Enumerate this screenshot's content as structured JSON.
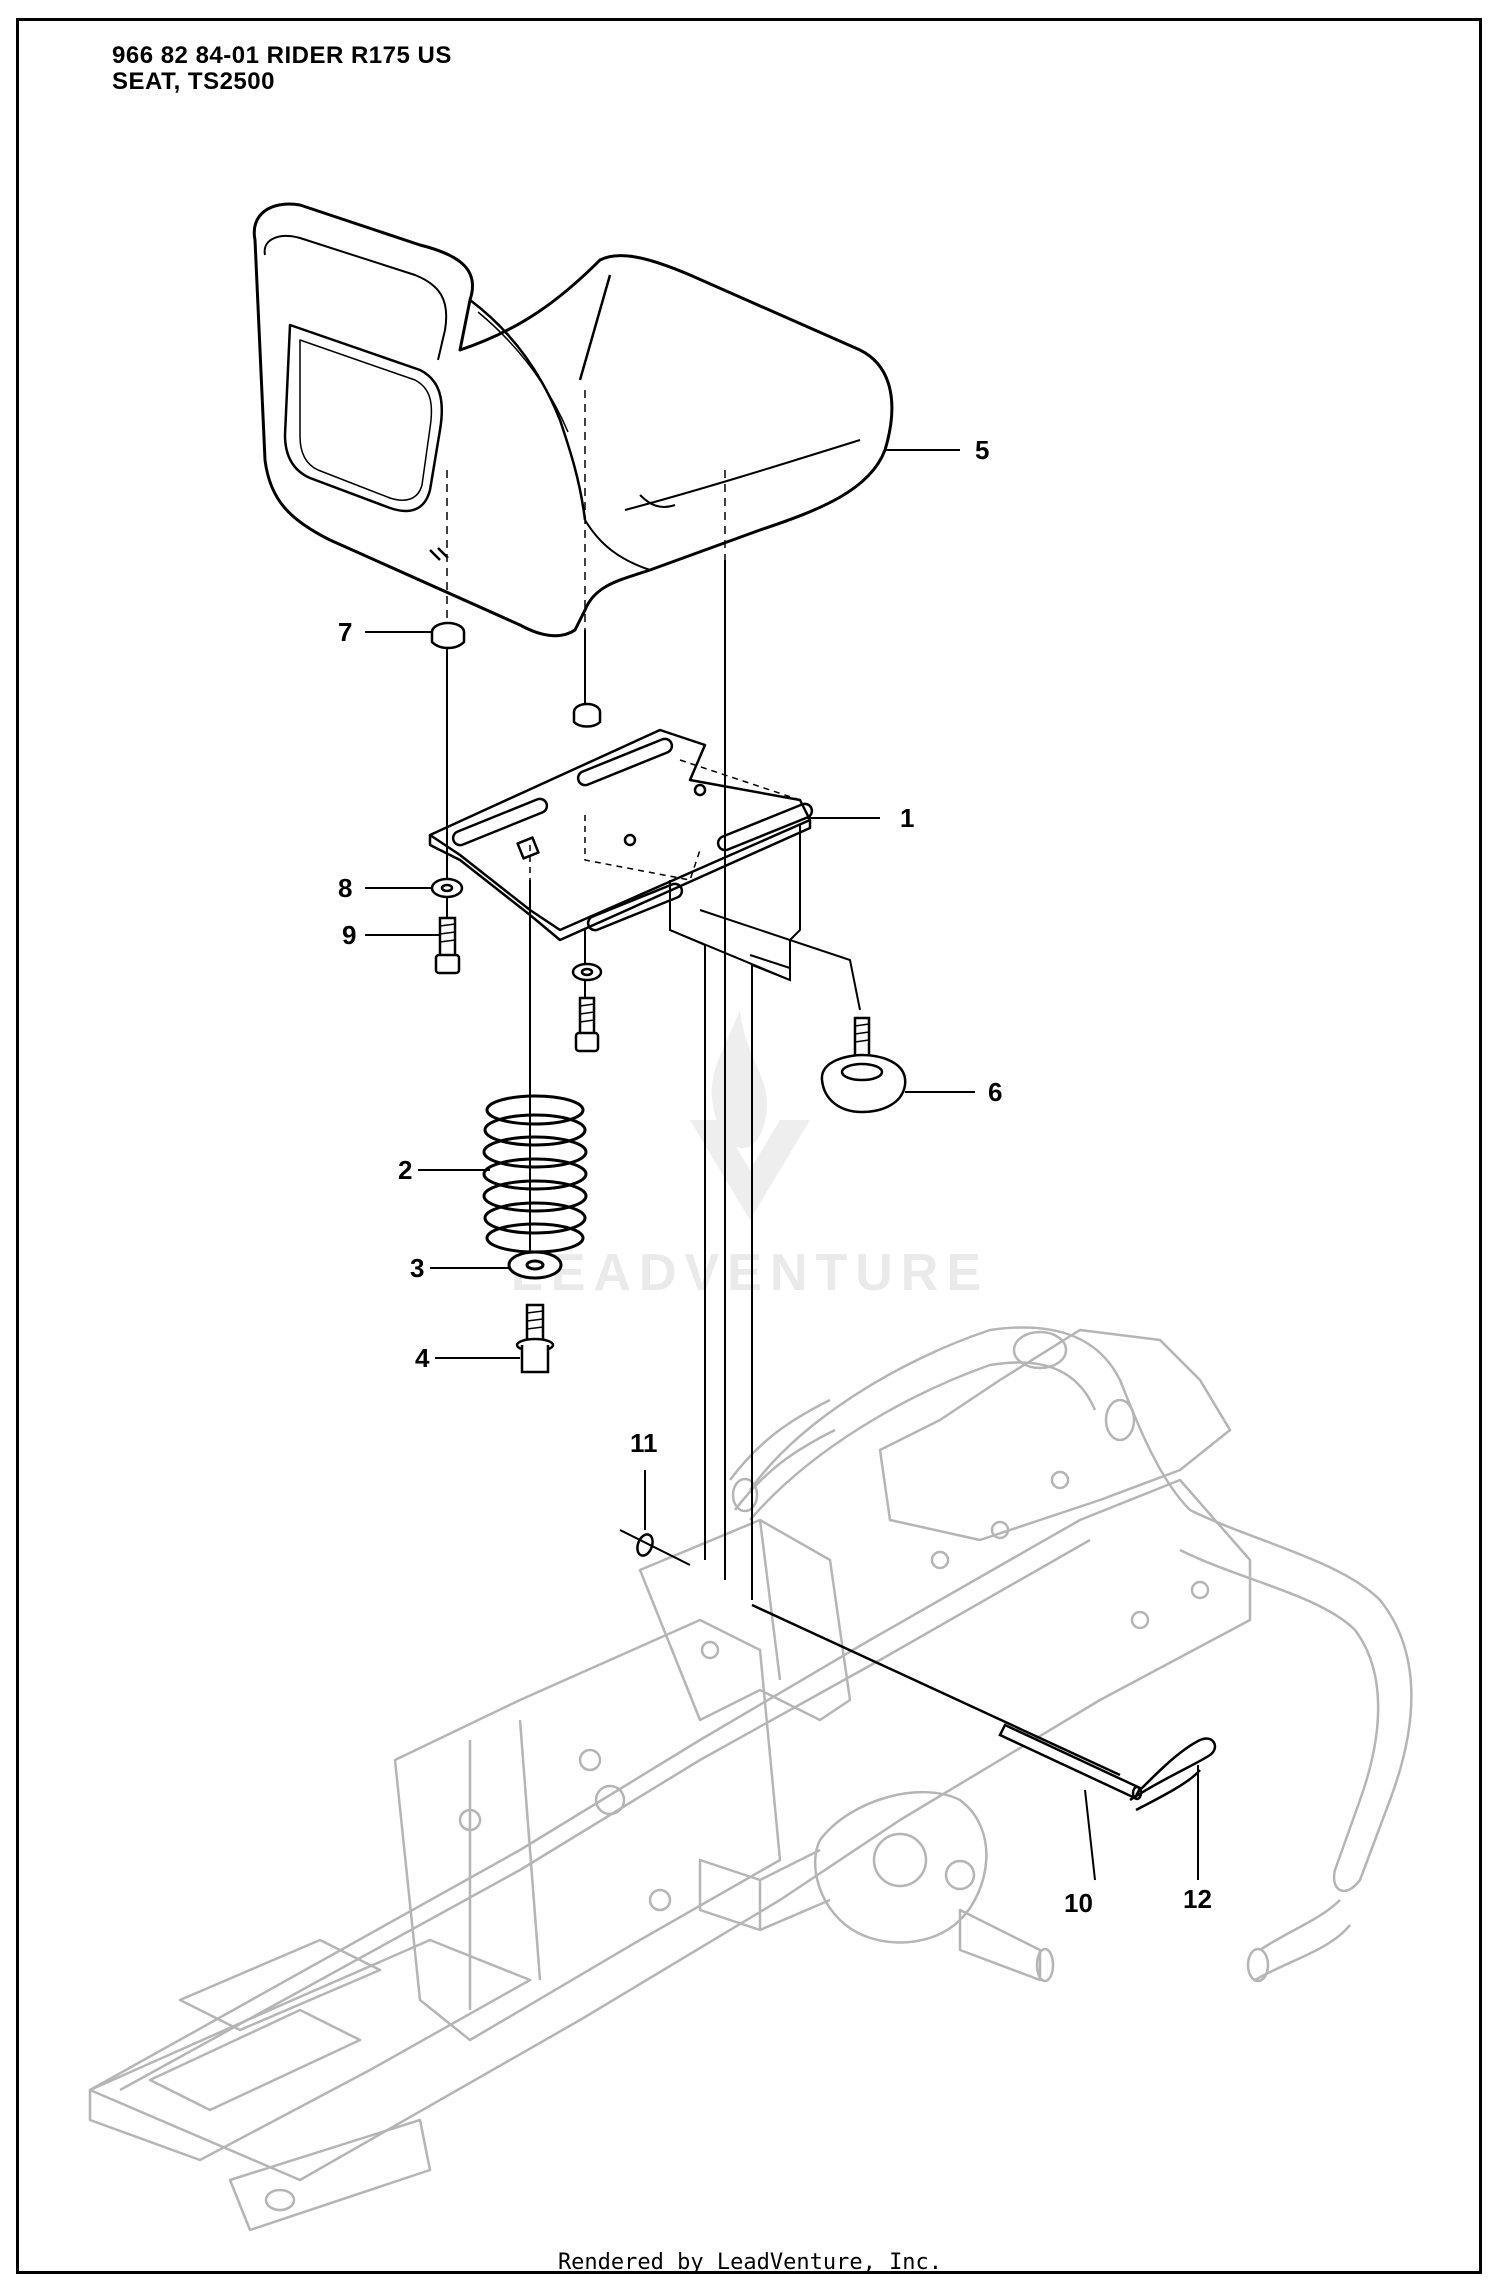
{
  "header": {
    "line1": "966 82 84-01 RIDER R175 US",
    "line2": "SEAT, TS2500"
  },
  "callouts": [
    "1",
    "2",
    "3",
    "4",
    "5",
    "6",
    "7",
    "8",
    "9",
    "10",
    "11",
    "12"
  ],
  "watermark": "LEADVENTURE",
  "footer": "Rendered by LeadVenture, Inc.",
  "colors": {
    "line": "#000000",
    "frame": "#b5b5b5",
    "watermark": "#d9d9d9"
  }
}
